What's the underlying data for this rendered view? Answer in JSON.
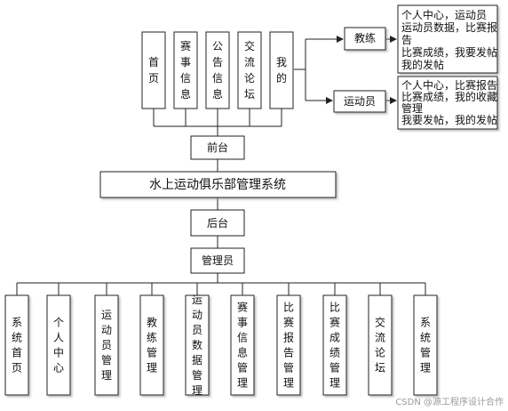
{
  "front_modules": [
    "首页",
    "赛事信息",
    "公告信息",
    "交流论坛",
    "我的"
  ],
  "front_label": "前台",
  "system_title": "水上运动俱乐部管理系统",
  "back_label": "后台",
  "admin_label": "管理员",
  "admin_modules": [
    "系统首页",
    "个人中心",
    "运动员管理",
    "教练管理",
    "运动员数据管理",
    "赛事信息管理",
    "比赛报告管理",
    "比赛成绩管理",
    "交流论坛",
    "系统管理"
  ],
  "roles": [
    {
      "name": "教练",
      "features": [
        "个人中心，运动员",
        "运动员数据，比赛报",
        "告",
        "比赛成绩，我要发帖",
        "我的发帖"
      ]
    },
    {
      "name": "运动员",
      "features": [
        "个人中心，比赛报告",
        "比赛成绩，我的收藏",
        "管理",
        "我要发帖，我的发帖"
      ]
    }
  ],
  "watermark": "CSDN @源工程序设计合作"
}
